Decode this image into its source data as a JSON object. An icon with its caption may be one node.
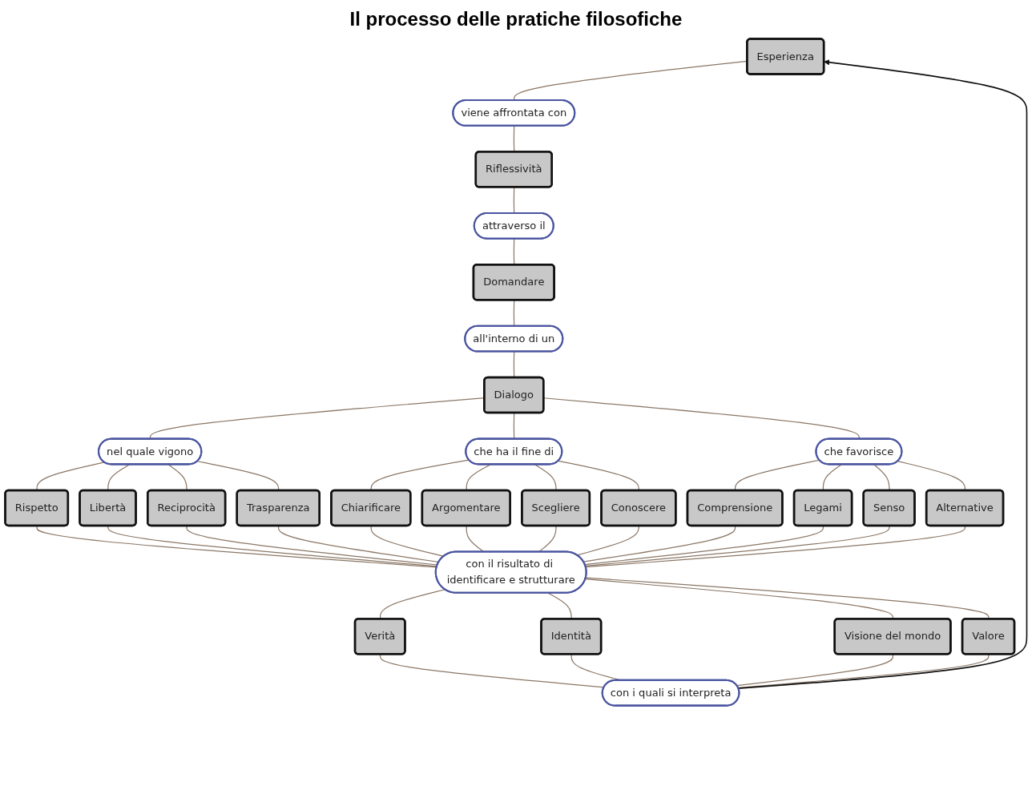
{
  "diagram": {
    "title": "Il processo delle pratiche filosofiche",
    "nodes": [
      {
        "text": [
          "Esperienza"
        ]
      },
      {
        "text": [
          "viene affrontata con"
        ]
      },
      {
        "text": [
          "Riflessività"
        ]
      },
      {
        "text": [
          "attraverso il"
        ]
      },
      {
        "text": [
          "Domandare"
        ]
      },
      {
        "text": [
          "all'interno di un"
        ]
      },
      {
        "text": [
          "Dialogo"
        ]
      },
      {
        "text": [
          "nel quale vigono"
        ]
      },
      {
        "text": [
          "che ha il fine di"
        ]
      },
      {
        "text": [
          "che favorisce"
        ]
      },
      {
        "text": [
          "Rispetto"
        ]
      },
      {
        "text": [
          "Libertà"
        ]
      },
      {
        "text": [
          "Reciprocità"
        ]
      },
      {
        "text": [
          "Trasparenza"
        ]
      },
      {
        "text": [
          "Chiarificare"
        ]
      },
      {
        "text": [
          "Argomentare"
        ]
      },
      {
        "text": [
          "Scegliere"
        ]
      },
      {
        "text": [
          "Conoscere"
        ]
      },
      {
        "text": [
          "Comprensione"
        ]
      },
      {
        "text": [
          "Legami"
        ]
      },
      {
        "text": [
          "Senso"
        ]
      },
      {
        "text": [
          "Alternative"
        ]
      },
      {
        "text": [
          "con il risultato di identificare e strutturare"
        ]
      },
      {
        "text": [
          "Verità"
        ]
      },
      {
        "text": [
          "Identità"
        ]
      },
      {
        "text": [
          "Visione del mondo"
        ]
      },
      {
        "text": [
          "Valore"
        ]
      },
      {
        "text": [
          "con i quali si interpreta"
        ]
      }
    ],
    "edges": [
      {
        "from": 0,
        "to": 1,
        "arrow": "none"
      },
      {
        "from": 1,
        "to": 2,
        "arrow": "none"
      },
      {
        "from": 2,
        "to": 3,
        "arrow": "none"
      },
      {
        "from": 3,
        "to": 4,
        "arrow": "none"
      },
      {
        "from": 4,
        "to": 5,
        "arrow": "none"
      },
      {
        "from": 5,
        "to": 6,
        "arrow": "none"
      },
      {
        "from": 6,
        "to": 7,
        "arrow": "none"
      },
      {
        "from": 6,
        "to": 8,
        "arrow": "none"
      },
      {
        "from": 6,
        "to": 9,
        "arrow": "none"
      },
      {
        "from": 7,
        "to": 10,
        "arrow": "none"
      },
      {
        "from": 7,
        "to": 11,
        "arrow": "none"
      },
      {
        "from": 7,
        "to": 12,
        "arrow": "none"
      },
      {
        "from": 7,
        "to": 13,
        "arrow": "none"
      },
      {
        "from": 8,
        "to": 14,
        "arrow": "none"
      },
      {
        "from": 8,
        "to": 15,
        "arrow": "none"
      },
      {
        "from": 8,
        "to": 16,
        "arrow": "none"
      },
      {
        "from": 8,
        "to": 17,
        "arrow": "none"
      },
      {
        "from": 9,
        "to": 18,
        "arrow": "none"
      },
      {
        "from": 9,
        "to": 19,
        "arrow": "none"
      },
      {
        "from": 9,
        "to": 20,
        "arrow": "none"
      },
      {
        "from": 9,
        "to": 21,
        "arrow": "none"
      },
      {
        "from": 10,
        "to": 22,
        "arrow": "none"
      },
      {
        "from": 11,
        "to": 22,
        "arrow": "none"
      },
      {
        "from": 12,
        "to": 22,
        "arrow": "none"
      },
      {
        "from": 13,
        "to": 22,
        "arrow": "none"
      },
      {
        "from": 14,
        "to": 22,
        "arrow": "none"
      },
      {
        "from": 15,
        "to": 22,
        "arrow": "none"
      },
      {
        "from": 16,
        "to": 22,
        "arrow": "none"
      },
      {
        "from": 17,
        "to": 22,
        "arrow": "none"
      },
      {
        "from": 18,
        "to": 22,
        "arrow": "none"
      },
      {
        "from": 19,
        "to": 22,
        "arrow": "none"
      },
      {
        "from": 20,
        "to": 22,
        "arrow": "none"
      },
      {
        "from": 21,
        "to": 22,
        "arrow": "none"
      },
      {
        "from": 22,
        "to": 23,
        "arrow": "none"
      },
      {
        "from": 22,
        "to": 24,
        "arrow": "none"
      },
      {
        "from": 22,
        "to": 25,
        "arrow": "none"
      },
      {
        "from": 22,
        "to": 26,
        "arrow": "none"
      },
      {
        "from": 23,
        "to": 27,
        "arrow": "none"
      },
      {
        "from": 24,
        "to": 27,
        "arrow": "none"
      },
      {
        "from": 25,
        "to": 27,
        "arrow": "none"
      },
      {
        "from": 26,
        "to": 27,
        "arrow": "none"
      },
      {
        "from": 27,
        "to": 0,
        "arrow": "to",
        "color": "#111111"
      }
    ]
  }
}
